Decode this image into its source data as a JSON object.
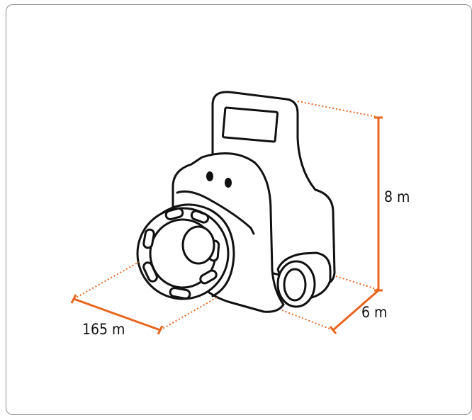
{
  "diagram": {
    "subject_icon": "headlamp-icon",
    "colors": {
      "outline": "#111111",
      "dimension": "#e8651f",
      "frame": "#8e8e8e",
      "background": "#ffffff"
    },
    "dimensions": {
      "height": "8 m",
      "depth": "6 m",
      "width": "165 m"
    }
  }
}
